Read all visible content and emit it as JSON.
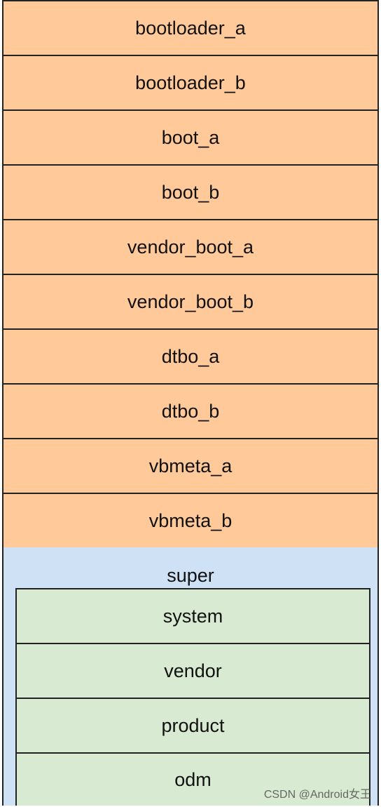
{
  "diagram": {
    "partitions": [
      "bootloader_a",
      "bootloader_b",
      "boot_a",
      "boot_b",
      "vendor_boot_a",
      "vendor_boot_b",
      "dtbo_a",
      "dtbo_b",
      "vbmeta_a",
      "vbmeta_b"
    ],
    "super": {
      "label": "super",
      "subpartitions": [
        "system",
        "vendor",
        "product",
        "odm"
      ]
    },
    "colors": {
      "partition_fill": "#ffc999",
      "super_fill": "#cfe1f4",
      "subpartition_fill": "#d8ebd2",
      "border": "#222222"
    }
  },
  "watermark": "CSDN @Android女王"
}
